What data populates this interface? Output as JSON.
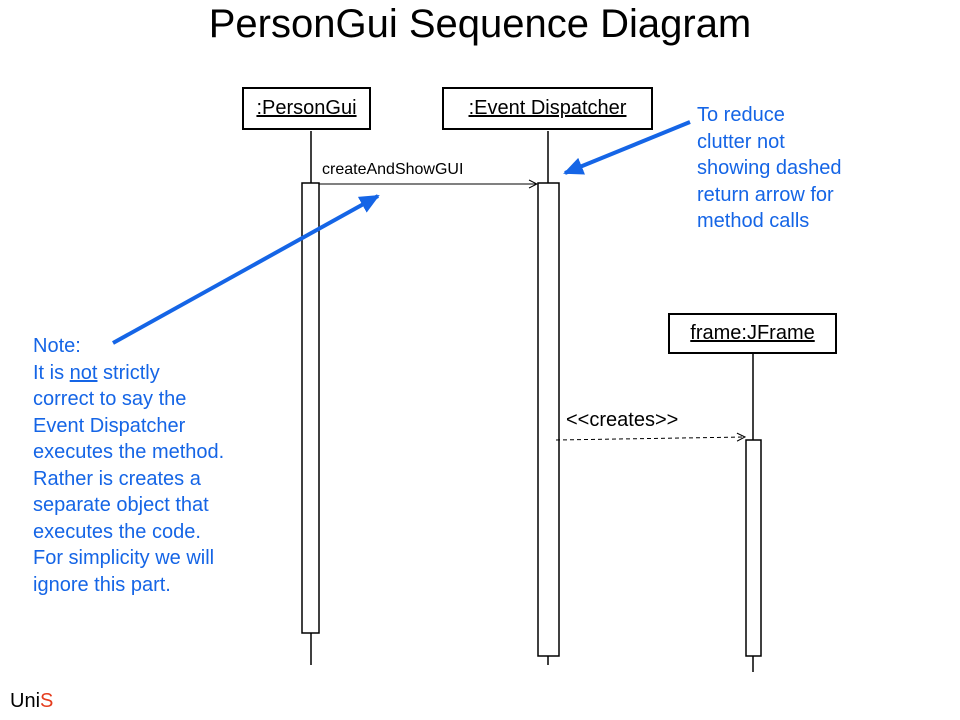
{
  "title": "PersonGui Sequence Diagram",
  "objects": {
    "person_gui": {
      "prefix": ":",
      "name": "PersonGui"
    },
    "event_dispatcher": {
      "prefix": ":",
      "name": "Event Dispatcher"
    },
    "frame": {
      "name": "frame:JFrame"
    }
  },
  "messages": {
    "create_and_show": "createAndShowGUI",
    "creates": "<<creates>>"
  },
  "notes": {
    "right": [
      "To reduce",
      "clutter not",
      "showing dashed",
      "return arrow for",
      "method calls"
    ],
    "left": {
      "heading": "Note:",
      "line2_before": "It is ",
      "line2_emph": "not",
      "line2_after": " strictly",
      "rest": [
        "correct to say the",
        "Event Dispatcher",
        "executes the method.",
        "Rather is creates a",
        "separate object that",
        "executes the code.",
        "For simplicity we will",
        "ignore this part."
      ]
    }
  },
  "logo": {
    "part1": "Uni",
    "part2": "S"
  },
  "colors": {
    "note": "#1565e6",
    "logo_accent": "#e53c1d",
    "lines": "#000000"
  }
}
